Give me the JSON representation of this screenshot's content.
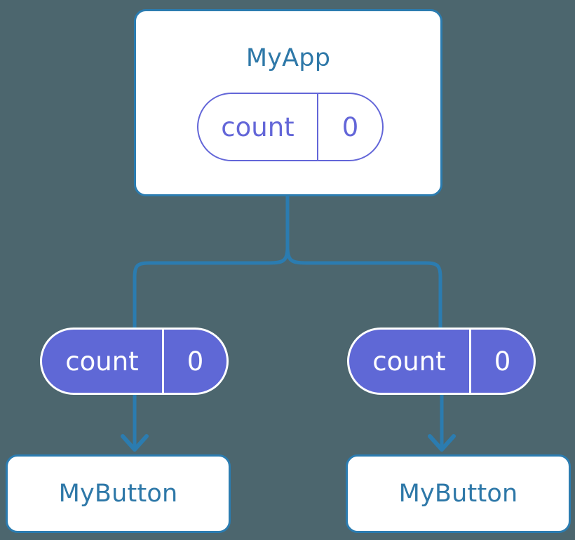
{
  "diagram": {
    "type": "component-state-tree",
    "background_color": "#4c666e",
    "accent_line_color": "#2b7cb0",
    "component_text_color": "#2e78a8",
    "state_outline_color": "#6366d8",
    "state_fill_color": "#5f68d6",
    "state_text_color": "#ffffff",
    "card_background": "#ffffff"
  },
  "root": {
    "title": "MyApp",
    "state": {
      "label": "count",
      "value": "0"
    }
  },
  "props": [
    {
      "id": "left",
      "label": "count",
      "value": "0"
    },
    {
      "id": "right",
      "label": "count",
      "value": "0"
    }
  ],
  "children": [
    {
      "id": "left",
      "title": "MyButton"
    },
    {
      "id": "right",
      "title": "MyButton"
    }
  ],
  "connectors": {
    "trunk_name": "root-to-fork-trunk",
    "fork_name": "fork-branch",
    "arrow_left_name": "prop-arrow-left",
    "arrow_right_name": "prop-arrow-right"
  }
}
